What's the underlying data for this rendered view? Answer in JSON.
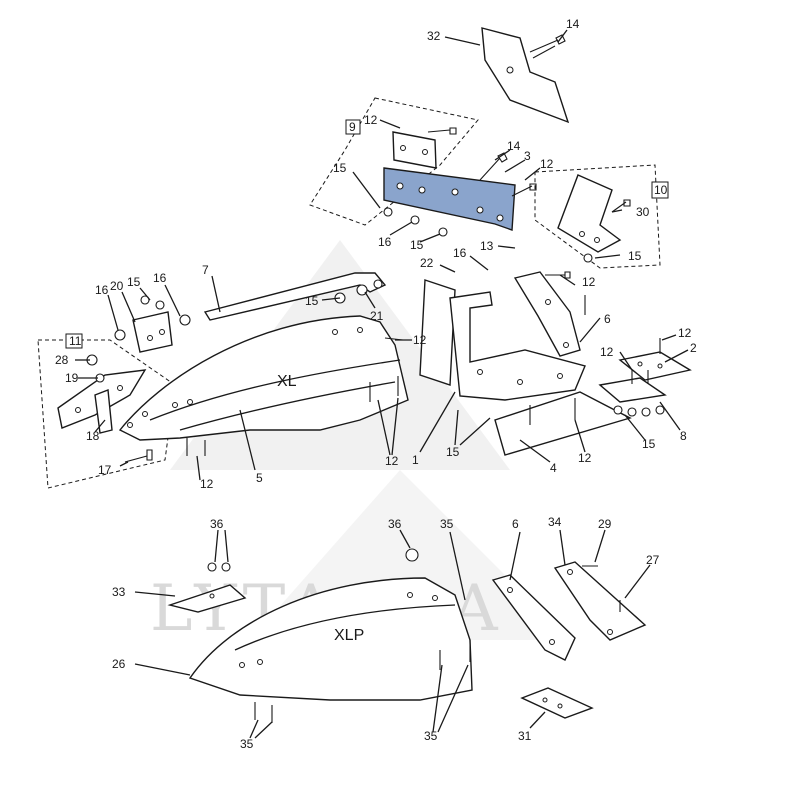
{
  "watermark": {
    "text": "LYTAGRA",
    "color": "#d9d9d9"
  },
  "highlight_color": "#8aa4cc",
  "boxes": {
    "b9": "9",
    "b10": "10",
    "b11": "11"
  },
  "parts": {
    "p14a": "14",
    "p32": "32",
    "p12a": "12",
    "p14b": "14",
    "p3": "3",
    "p12b": "12",
    "p15a": "15",
    "p16a": "16",
    "p15b": "15",
    "p13": "13",
    "p30": "30",
    "p15c": "15",
    "p16b": "16",
    "p22": "22",
    "p7": "7",
    "p16c": "16",
    "p20": "20",
    "p15d": "15",
    "p16d": "16",
    "p15e": "15",
    "p21": "21",
    "p12c": "12",
    "p12d": "12",
    "p6a": "6",
    "p12e": "12",
    "p2": "2",
    "p12f": "12",
    "p28": "28",
    "p19": "19",
    "p18": "18",
    "p17": "17",
    "p12g": "12",
    "p5": "5",
    "p12h": "12",
    "p1": "1",
    "p15f": "15",
    "p4": "4",
    "p12i": "12",
    "p15g": "15",
    "p8": "8",
    "p36a": "36",
    "p36b": "36",
    "p35a": "35",
    "p6b": "6",
    "p34": "34",
    "p29": "29",
    "p27": "27",
    "p33": "33",
    "p26": "26",
    "p35b": "35",
    "p35c": "35",
    "p31": "31"
  },
  "models": {
    "upper": "XL",
    "lower": "XLP"
  }
}
